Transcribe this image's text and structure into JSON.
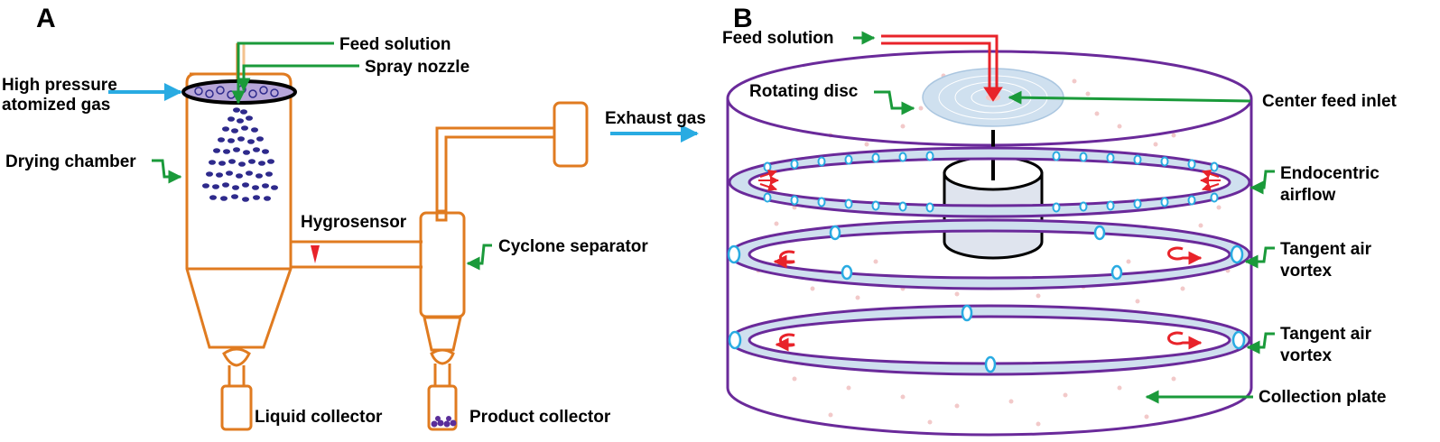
{
  "panels": {
    "a": "A",
    "b": "B"
  },
  "panel_a": {
    "feed_solution": "Feed solution",
    "spray_nozzle": "Spray nozzle",
    "gas_line1": "High pressure",
    "gas_line2": "atomized gas",
    "drying_chamber": "Drying chamber",
    "exhaust_gas": "Exhaust gas",
    "hygrosensor": "Hygrosensor",
    "cyclone_separator": "Cyclone separator",
    "liquid_collector": "Liquid collector",
    "product_collector": "Product collector"
  },
  "panel_b": {
    "feed_solution": "Feed solution",
    "rotating_disc": "Rotating disc",
    "center_feed_inlet": "Center feed inlet",
    "endocentric_line1": "Endocentric",
    "endocentric_line2": "airflow",
    "tangent1_line1": "Tangent air",
    "tangent1_line2": "vortex",
    "tangent2_line1": "Tangent air",
    "tangent2_line2": "vortex",
    "collection_plate": "Collection plate"
  },
  "colors": {
    "equipment": "#e07b20",
    "pointer_arrow": "#1a9a3a",
    "gas_arrow": "#29abe2",
    "particles": "#2e2a8c",
    "cylinder": "#6a2a9a",
    "ring_fill": "#cfe0ef",
    "feed_pipe": "#e8232a",
    "droplets": "#f2c9c9"
  }
}
